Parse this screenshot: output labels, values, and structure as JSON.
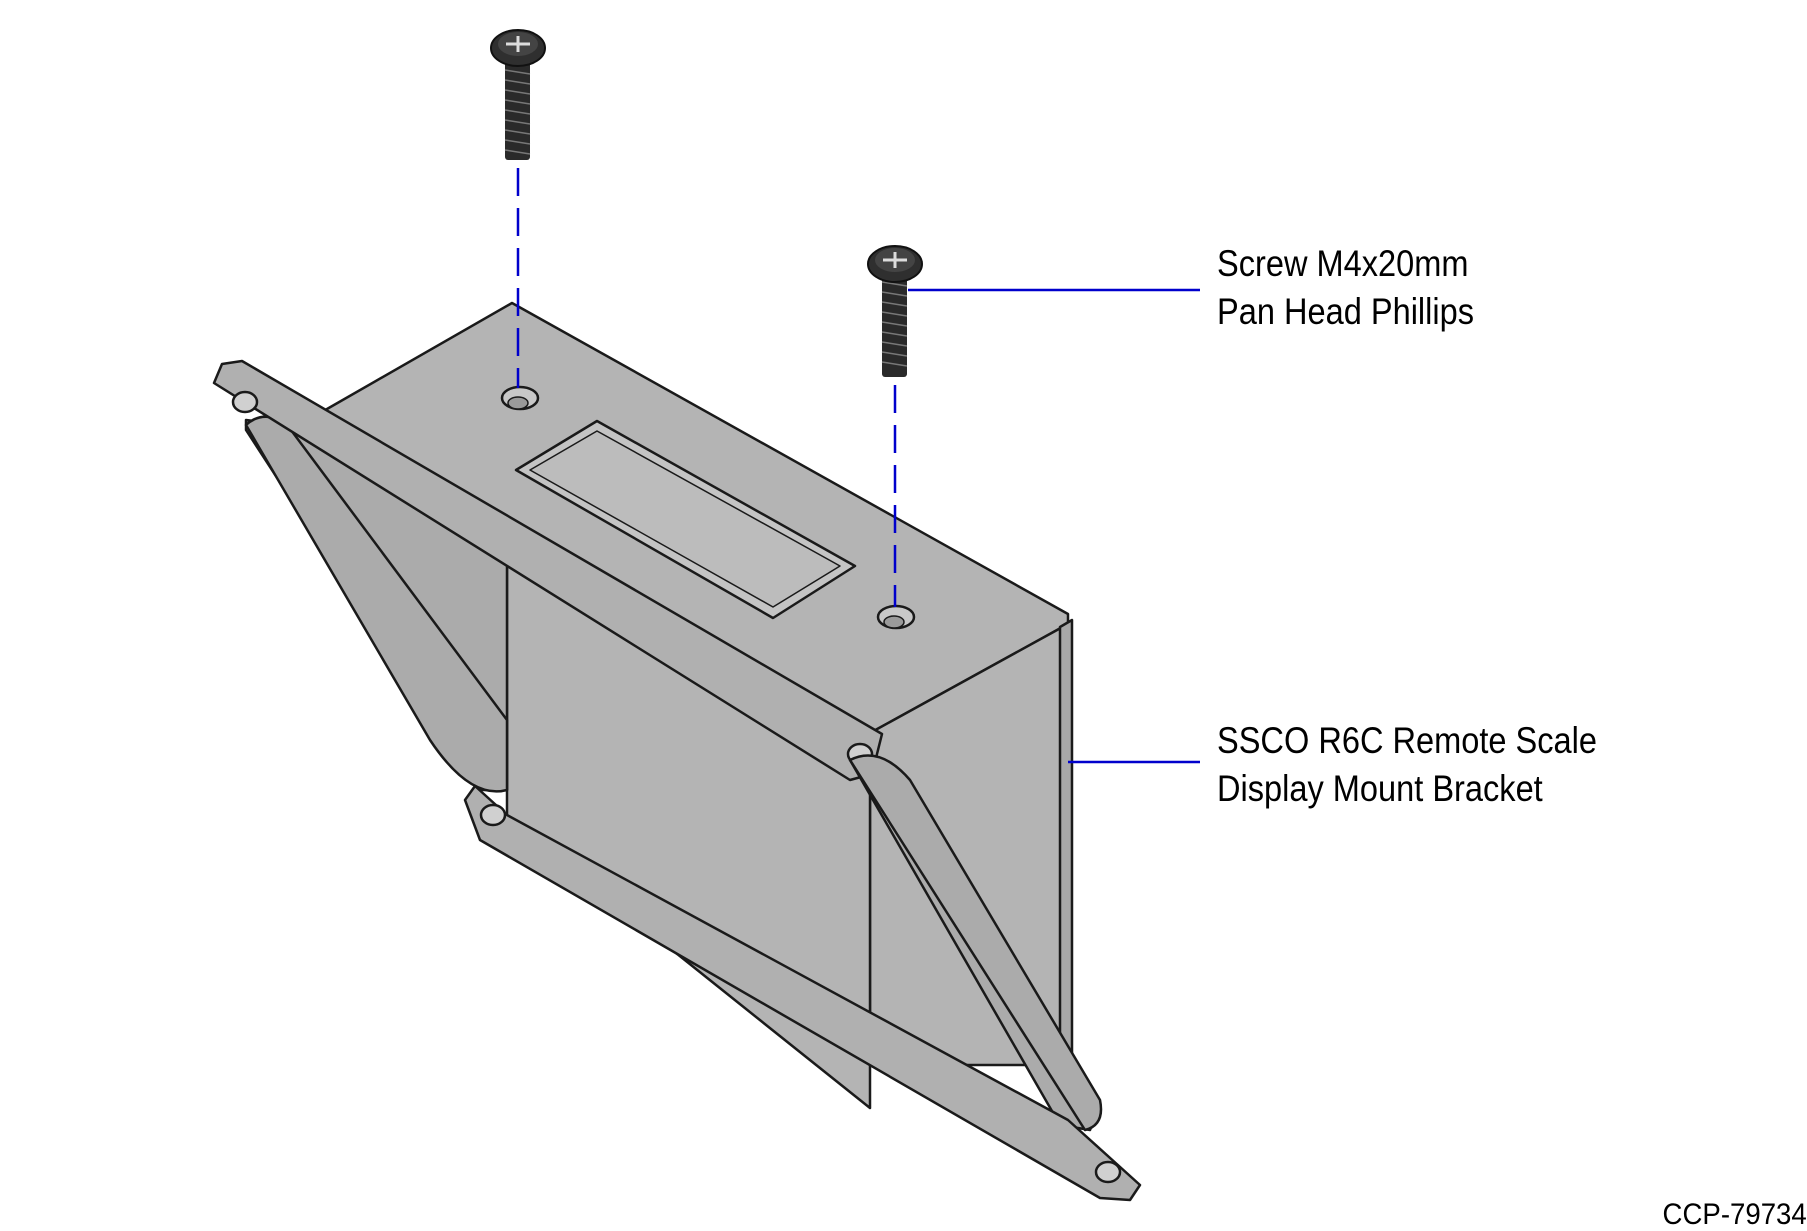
{
  "callouts": {
    "screw": {
      "line1": "Screw M4x20mm",
      "line2": "Pan Head Phillips"
    },
    "bracket": {
      "line1": "SSCO R6C Remote Scale",
      "line2": "Display Mount Bracket"
    }
  },
  "figure_id": "CCP-79734",
  "colors": {
    "bracket_face": "#b4b4b4",
    "bracket_edge": "#1a1a1a",
    "screw": "#2a2a2a",
    "leader_line": "#0000cc"
  }
}
